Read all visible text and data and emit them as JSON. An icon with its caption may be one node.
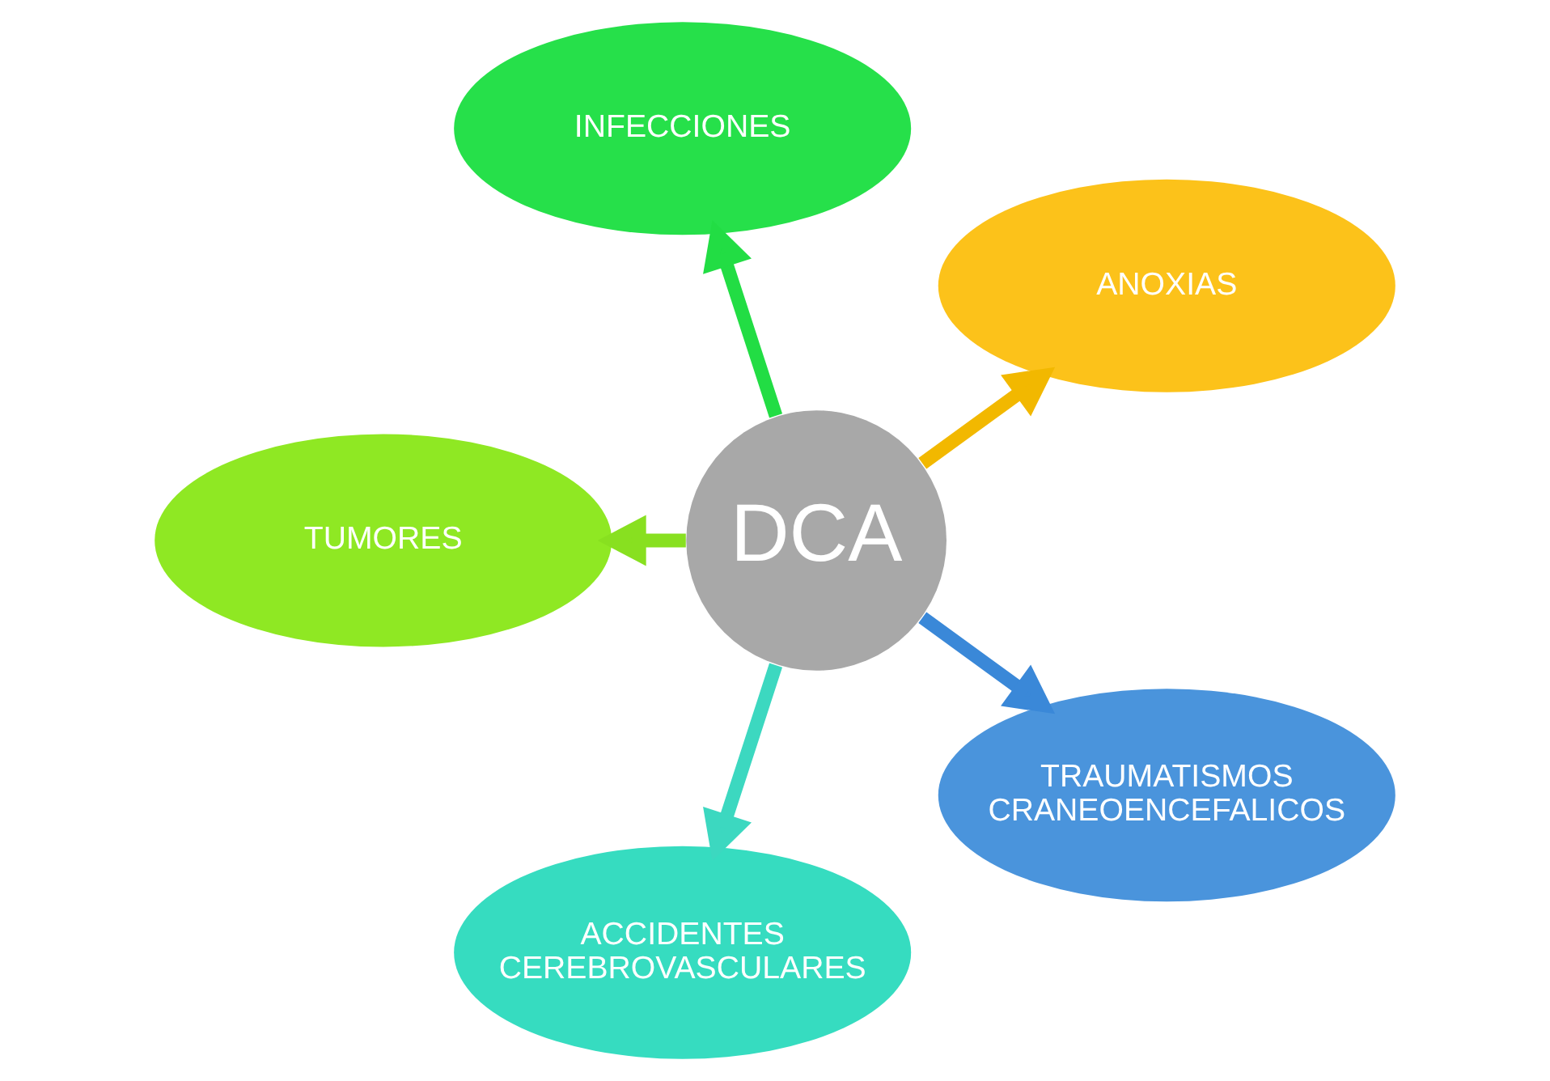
{
  "diagram": {
    "nodes": [
      {
        "text": [
          "ANOXIAS"
        ]
      },
      {
        "text": [
          "INFECCIONES"
        ]
      },
      {
        "text": [
          "TUMORES"
        ]
      },
      {
        "text": [
          "DCA"
        ]
      },
      {
        "text": [
          "ACCIDENTES CEREBROVASCULARES"
        ]
      },
      {
        "text": [
          "TRAUMATISMOS CRANEOENCEFALICOS"
        ]
      }
    ],
    "edges": [
      {
        "from": 3,
        "to": 0,
        "arrow": "to",
        "color": "#f2b800"
      },
      {
        "from": 3,
        "to": 2,
        "arrow": "to",
        "color": "#88e020"
      },
      {
        "from": 3,
        "to": 5,
        "arrow": "to",
        "color": "#3a88d8"
      },
      {
        "from": 3,
        "to": 4,
        "arrow": "to",
        "color": "#3cd8c0"
      },
      {
        "from": 3,
        "to": 1,
        "arrow": "to",
        "color": "#22dd44"
      }
    ]
  }
}
